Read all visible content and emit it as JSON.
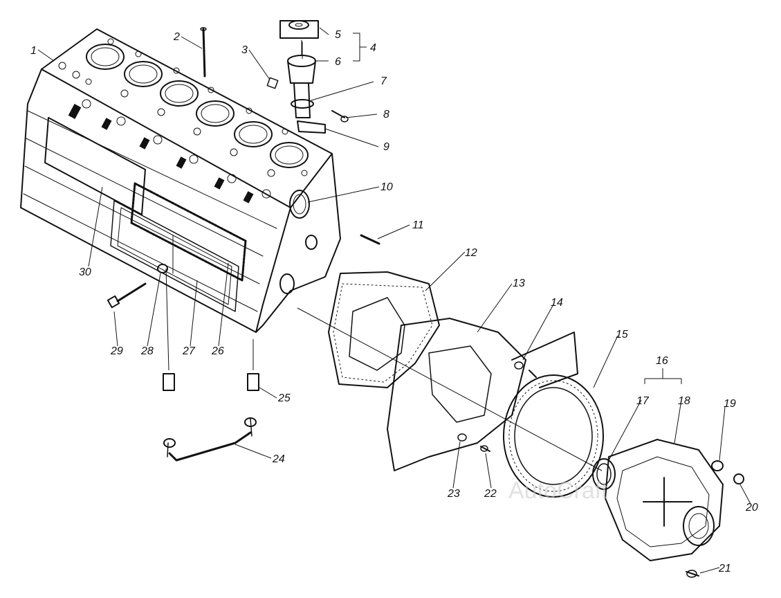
{
  "callouts": [
    "1",
    "2",
    "3",
    "4",
    "5",
    "6",
    "7",
    "8",
    "9",
    "10",
    "11",
    "12",
    "13",
    "14",
    "15",
    "16",
    "17",
    "18",
    "19",
    "20",
    "21",
    "22",
    "23",
    "24",
    "25",
    "26",
    "27",
    "28",
    "29",
    "30"
  ],
  "watermark": "AutoCraft",
  "colors": {
    "ink": "#111111",
    "paper": "#ffffff",
    "watermark": "#c9c9c9"
  }
}
